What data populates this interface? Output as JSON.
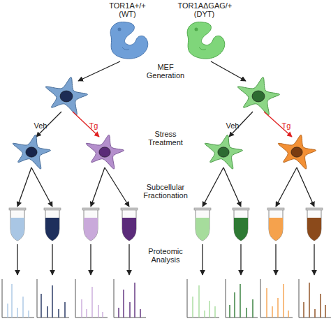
{
  "diagram": {
    "nodes": [
      {
        "text": [
          "TOR1A+/+ (WT)"
        ]
      },
      {
        "text": [
          "TOR1AΔGAG/+ (DYT)"
        ]
      }
    ],
    "labels": [
      "MEF Generation",
      "Stress Treatment",
      "Subcellular Fractionation",
      "Proteomic Analysis",
      "Veh",
      "Tg",
      "Veh",
      "Tg"
    ]
  }
}
